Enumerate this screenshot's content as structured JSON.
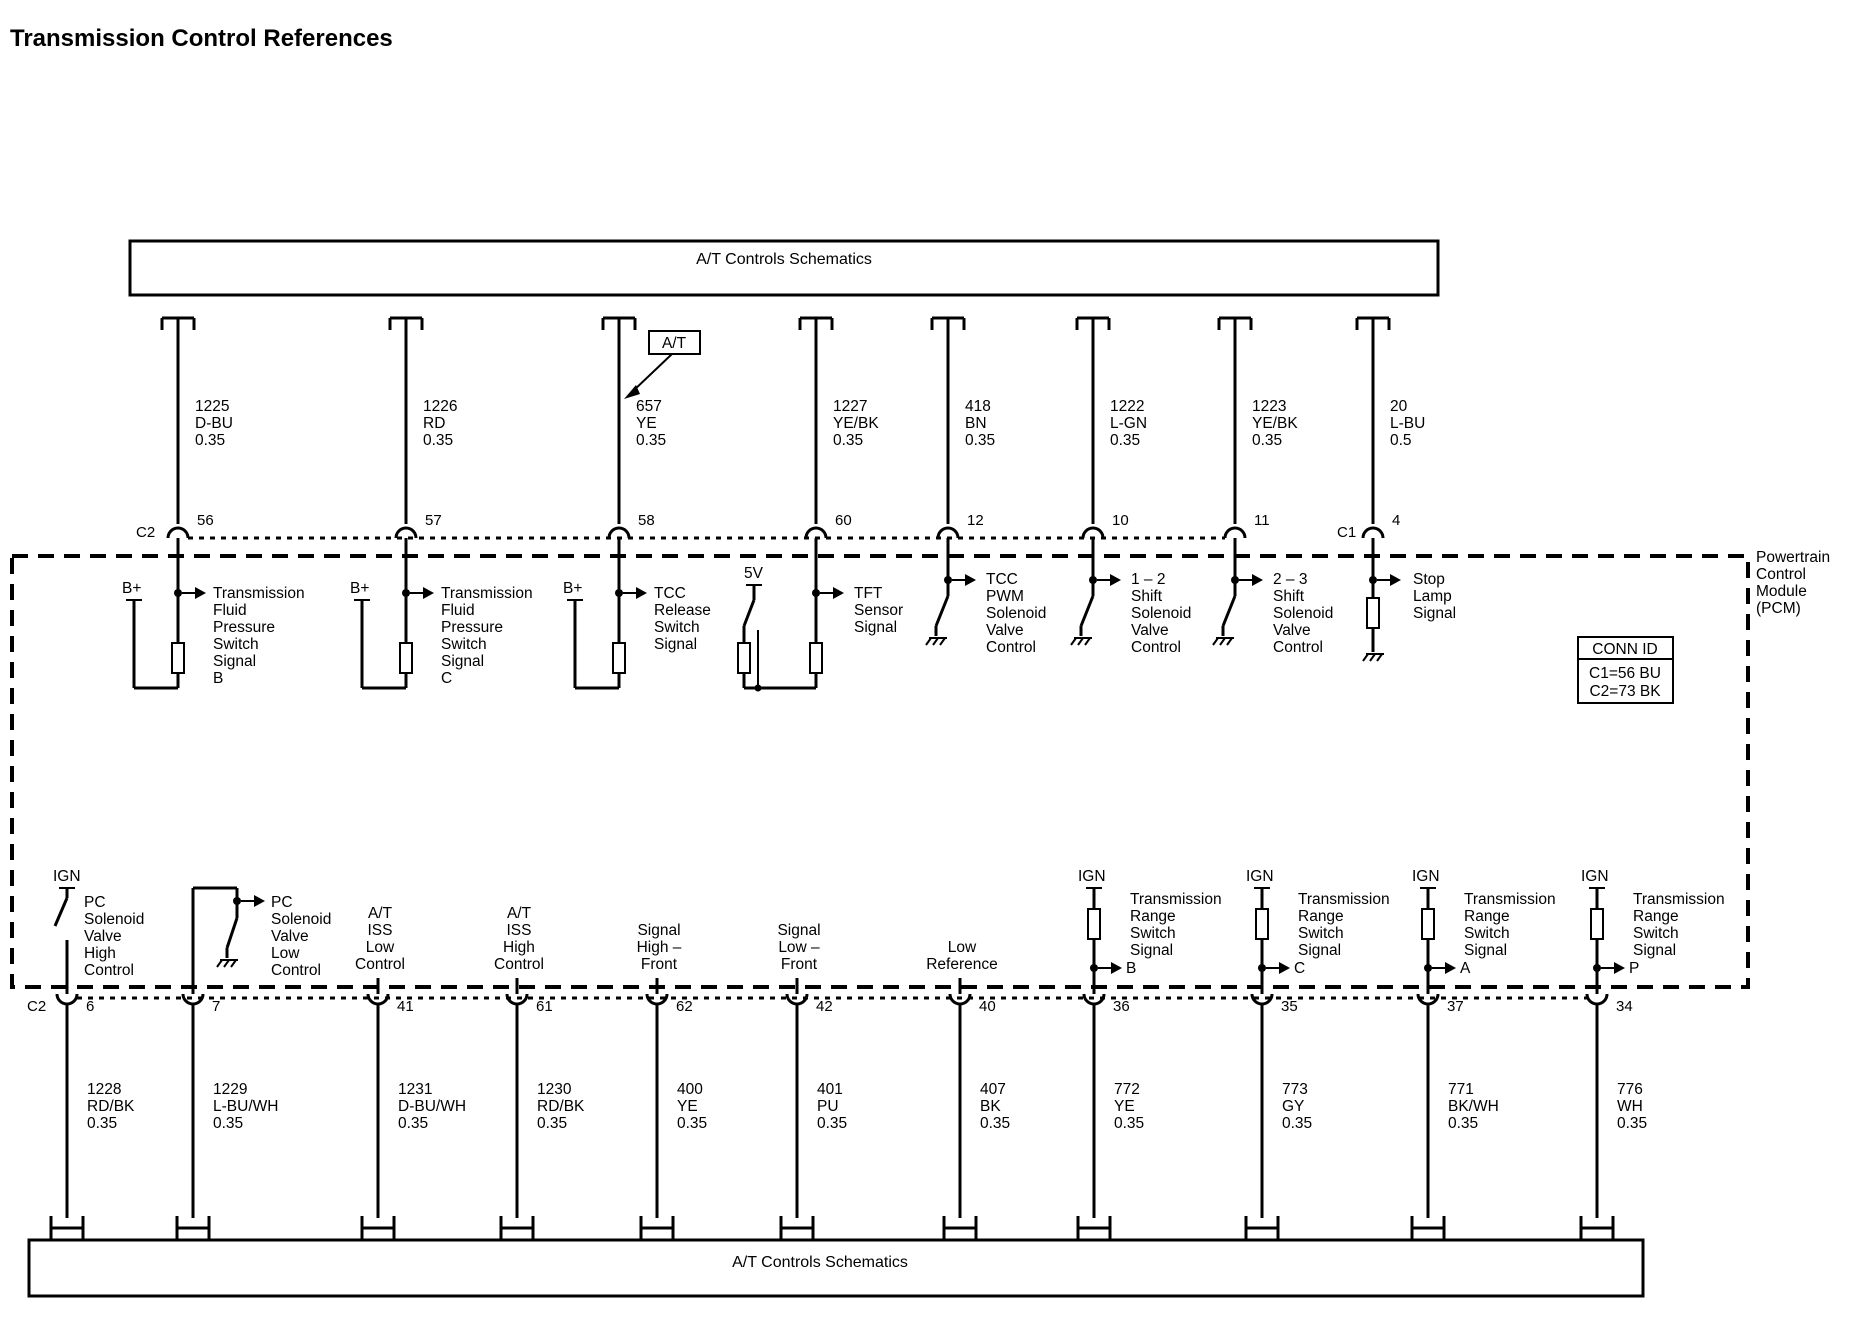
{
  "title": "Transmission Control References",
  "schematic_box_label": "A/T Controls Schematics",
  "module_label": [
    "Powertrain",
    "Control",
    "Module",
    "(PCM)"
  ],
  "conn_id": {
    "title": "CONN ID",
    "lines": [
      "C1=56 BU",
      "C2=73 BK"
    ]
  },
  "at_tag": "A/T",
  "top_connectors": {
    "c2": "C2",
    "c1": "C1"
  },
  "top_wires": [
    {
      "circuit": "1225",
      "color": "D-BU",
      "gauge": "0.35",
      "pin": "56"
    },
    {
      "circuit": "1226",
      "color": "RD",
      "gauge": "0.35",
      "pin": "57"
    },
    {
      "circuit": "657",
      "color": "YE",
      "gauge": "0.35",
      "pin": "58"
    },
    {
      "circuit": "1227",
      "color": "YE/BK",
      "gauge": "0.35",
      "pin": "60"
    },
    {
      "circuit": "418",
      "color": "BN",
      "gauge": "0.35",
      "pin": "12"
    },
    {
      "circuit": "1222",
      "color": "L-GN",
      "gauge": "0.35",
      "pin": "10"
    },
    {
      "circuit": "1223",
      "color": "YE/BK",
      "gauge": "0.35",
      "pin": "11"
    },
    {
      "circuit": "20",
      "color": "L-BU",
      "gauge": "0.5",
      "pin": "4"
    }
  ],
  "top_functions": [
    {
      "source": "B+",
      "lines": [
        "Transmission",
        "Fluid",
        "Pressure",
        "Switch",
        "Signal",
        "B"
      ]
    },
    {
      "source": "B+",
      "lines": [
        "Transmission",
        "Fluid",
        "Pressure",
        "Switch",
        "Signal",
        "C"
      ]
    },
    {
      "source": "B+",
      "lines": [
        "TCC",
        "Release",
        "Switch",
        "Signal"
      ]
    },
    {
      "source": "5V",
      "lines": [
        "TFT",
        "Sensor",
        "Signal"
      ]
    },
    {
      "source": "",
      "lines": [
        "TCC",
        "PWM",
        "Solenoid",
        "Valve",
        "Control"
      ]
    },
    {
      "source": "",
      "lines": [
        "1 – 2",
        "Shift",
        "Solenoid",
        "Valve",
        "Control"
      ]
    },
    {
      "source": "",
      "lines": [
        "2 – 3",
        "Shift",
        "Solenoid",
        "Valve",
        "Control"
      ]
    },
    {
      "source": "",
      "lines": [
        "Stop",
        "Lamp",
        "Signal"
      ]
    }
  ],
  "bottom_connector": "C2",
  "bottom_wires": [
    {
      "circuit": "1228",
      "color": "RD/BK",
      "gauge": "0.35",
      "pin": "6"
    },
    {
      "circuit": "1229",
      "color": "L-BU/WH",
      "gauge": "0.35",
      "pin": "7"
    },
    {
      "circuit": "1231",
      "color": "D-BU/WH",
      "gauge": "0.35",
      "pin": "41"
    },
    {
      "circuit": "1230",
      "color": "RD/BK",
      "gauge": "0.35",
      "pin": "61"
    },
    {
      "circuit": "400",
      "color": "YE",
      "gauge": "0.35",
      "pin": "62"
    },
    {
      "circuit": "401",
      "color": "PU",
      "gauge": "0.35",
      "pin": "42"
    },
    {
      "circuit": "407",
      "color": "BK",
      "gauge": "0.35",
      "pin": "40"
    },
    {
      "circuit": "772",
      "color": "YE",
      "gauge": "0.35",
      "pin": "36"
    },
    {
      "circuit": "773",
      "color": "GY",
      "gauge": "0.35",
      "pin": "35"
    },
    {
      "circuit": "771",
      "color": "BK/WH",
      "gauge": "0.35",
      "pin": "37"
    },
    {
      "circuit": "776",
      "color": "WH",
      "gauge": "0.35",
      "pin": "34"
    }
  ],
  "bottom_functions": [
    {
      "source": "IGN",
      "lines": [
        "PC",
        "Solenoid",
        "Valve",
        "High",
        "Control"
      ],
      "tag": ""
    },
    {
      "source": "",
      "lines": [
        "PC",
        "Solenoid",
        "Valve",
        "Low",
        "Control"
      ],
      "tag": ""
    },
    {
      "source": "",
      "lines": [
        "A/T",
        "ISS",
        "Low",
        "Control"
      ],
      "tag": ""
    },
    {
      "source": "",
      "lines": [
        "A/T",
        "ISS",
        "High",
        "Control"
      ],
      "tag": ""
    },
    {
      "source": "",
      "lines": [
        "Signal",
        "High –",
        "Front"
      ],
      "tag": ""
    },
    {
      "source": "",
      "lines": [
        "Signal",
        "Low –",
        "Front"
      ],
      "tag": ""
    },
    {
      "source": "",
      "lines": [
        "Low",
        "Reference"
      ],
      "tag": ""
    },
    {
      "source": "IGN",
      "lines": [
        "Transmission",
        "Range",
        "Switch",
        "Signal"
      ],
      "tag": "B"
    },
    {
      "source": "IGN",
      "lines": [
        "Transmission",
        "Range",
        "Switch",
        "Signal"
      ],
      "tag": "C"
    },
    {
      "source": "IGN",
      "lines": [
        "Transmission",
        "Range",
        "Switch",
        "Signal"
      ],
      "tag": "A"
    },
    {
      "source": "IGN",
      "lines": [
        "Transmission",
        "Range",
        "Switch",
        "Signal"
      ],
      "tag": "P"
    }
  ]
}
